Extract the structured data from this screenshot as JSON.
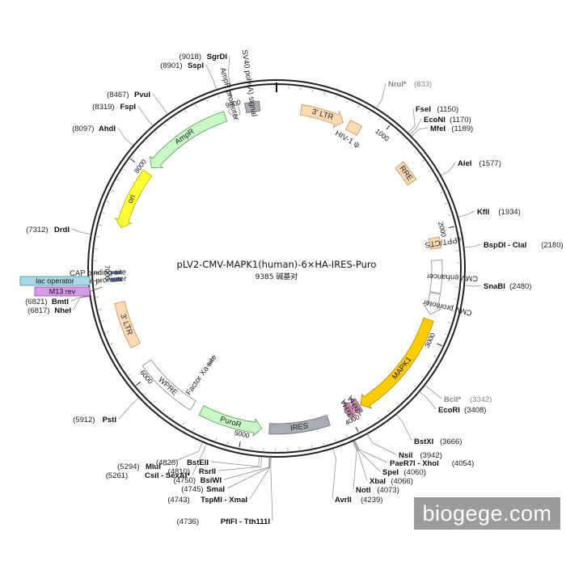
{
  "plasmid": {
    "name": "pLV2-CMV-MAPK1(human)-6×HA-IRES-Puro",
    "size_label": "9385 碱基对",
    "length_bp": 9385
  },
  "ticks": [
    {
      "bp": 1000,
      "label": "1000"
    },
    {
      "bp": 2000,
      "label": "2000"
    },
    {
      "bp": 3000,
      "label": "3000"
    },
    {
      "bp": 4000,
      "label": "4000"
    },
    {
      "bp": 5000,
      "label": "5000"
    },
    {
      "bp": 6000,
      "label": "6000"
    },
    {
      "bp": 7000,
      "label": "7000"
    },
    {
      "bp": 8000,
      "label": "8000"
    },
    {
      "bp": 9000,
      "label": "9000"
    }
  ],
  "features": [
    {
      "name": "3' LTR (top)",
      "label": "3' LTR",
      "start": 230,
      "end": 640,
      "color": "#fad9b5",
      "stroke": "#c9905a",
      "track": 0,
      "arrow": "cw",
      "text": "arc"
    },
    {
      "name": "HIV-1 psi",
      "label": "HIV-1 ψ",
      "start": 690,
      "end": 810,
      "color": "#fad9b5",
      "stroke": "#c9905a",
      "track": 0,
      "arrow": "none",
      "text": "below"
    },
    {
      "name": "RRE",
      "label": "RRE",
      "start": 1300,
      "end": 1500,
      "color": "#fad9b5",
      "stroke": "#c9905a",
      "track": 0,
      "arrow": "none",
      "text": "arc"
    },
    {
      "name": "cPPT/CTS",
      "label": "cPPT/CTS",
      "start": 2060,
      "end": 2160,
      "color": "#fad9b5",
      "stroke": "#c9905a",
      "track": 0,
      "arrow": "none",
      "text": "in"
    },
    {
      "name": "CMV enhancer",
      "label": "CMV enhancer",
      "start": 2270,
      "end": 2570,
      "color": "#ffffff",
      "stroke": "#888888",
      "track": 0,
      "arrow": "none",
      "text": "in"
    },
    {
      "name": "CMV promoter",
      "label": "CMV promoter",
      "start": 2580,
      "end": 2780,
      "color": "#ffffff",
      "stroke": "#888888",
      "track": 0,
      "arrow": "cw",
      "text": "in"
    },
    {
      "name": "MAPK1",
      "label": "MAPK1",
      "start": 2830,
      "end": 3870,
      "color": "#ffcc00",
      "stroke": "#b08800",
      "track": 0,
      "arrow": "cw",
      "text": "arc"
    },
    {
      "name": "3xHA a",
      "label": "3xHA",
      "start": 3880,
      "end": 3950,
      "color": "#c98fae",
      "stroke": "#8d5473",
      "track": 0,
      "arrow": "cw",
      "text": "in"
    },
    {
      "name": "3xHA b",
      "label": "3xHA",
      "start": 3955,
      "end": 4030,
      "color": "#c98fae",
      "stroke": "#8d5473",
      "track": 0,
      "arrow": "cw",
      "text": "in"
    },
    {
      "name": "IRES",
      "label": "IRES",
      "start": 4200,
      "end": 4760,
      "color": "#a7adb3",
      "stroke": "#6a7077",
      "track": 0,
      "arrow": "none",
      "text": "arc"
    },
    {
      "name": "PuroR",
      "label": "PuroR",
      "start": 4830,
      "end": 5420,
      "color": "#c9f7c6",
      "stroke": "#5a9a55",
      "track": 0,
      "arrow": "ccw",
      "text": "arc"
    },
    {
      "name": "WPRE",
      "label": "WPRE",
      "start": 5510,
      "end": 6100,
      "color": "#ffffff",
      "stroke": "#888888",
      "track": 0,
      "arrow": "none",
      "text": "arc"
    },
    {
      "name": "Factor Xa site",
      "label": "Factor Xa site",
      "start": 5600,
      "end": 5615,
      "color": "#999999",
      "stroke": "#999999",
      "track": 2,
      "arrow": "none",
      "text": "in"
    },
    {
      "name": "3' LTR (left)",
      "label": "3' LTR",
      "start": 6290,
      "end": 6720,
      "color": "#fad9b5",
      "stroke": "#c9905a",
      "track": 0,
      "arrow": "none",
      "text": "arc"
    },
    {
      "name": "lac promoter",
      "label": "lac promoter",
      "start": 6920,
      "end": 6950,
      "color": "#5a7aa0",
      "stroke": "#3a5a80",
      "track": 0,
      "arrow": "none",
      "text": "in"
    },
    {
      "name": "CAP binding site",
      "label": "CAP binding site",
      "start": 6990,
      "end": 7010,
      "color": "#5a7aa0",
      "stroke": "#3a5a80",
      "track": 0,
      "arrow": "none",
      "text": "in"
    },
    {
      "name": "ori",
      "label": "ori",
      "start": 7420,
      "end": 7990,
      "color": "#ffff33",
      "stroke": "#b0b000",
      "track": 0,
      "arrow": "ccw",
      "text": "arc"
    },
    {
      "name": "AmpR",
      "label": "AmpR",
      "start": 8050,
      "end": 8900,
      "color": "#c9f7c6",
      "stroke": "#5a9a55",
      "track": 0,
      "arrow": "ccw",
      "text": "arc"
    },
    {
      "name": "AmpR promoter",
      "label": "AmpR promoter",
      "start": 8940,
      "end": 9040,
      "color": "#ffffff",
      "stroke": "#888888",
      "track": 0,
      "arrow": "ccw",
      "text": "in"
    },
    {
      "name": "SV40 poly(A) signal",
      "label": "SV40 poly(A) signal",
      "start": 9100,
      "end": 9230,
      "color": "#a7adb3",
      "stroke": "#6a7077",
      "track": 0,
      "arrow": "none",
      "text": "in"
    }
  ],
  "feature_text": {
    "ltr_top": "3' LTR",
    "hiv_psi": "HIV-1 ψ",
    "rre": "RRE",
    "cppt": "cPPT/CTS",
    "cmv_enh": "CMV enhancer",
    "cmv_pro": "CMV promoter",
    "mapk1": "MAPK1",
    "ha_a": "3xHA",
    "ha_b": "3xHA",
    "ires": "IRES",
    "puror": "PuroR",
    "wpre": "WPRE",
    "factorxa": "Factor Xa site",
    "ltr_left": "3' LTR",
    "lacpro": "lac promoter",
    "capbs": "CAP binding site",
    "ori": "ori",
    "ampr": "AmpR",
    "amppro": "AmpR promoter",
    "sv40": "SV40 poly(A) signal"
  },
  "sites": [
    {
      "name": "NruI*",
      "pos": "(833)",
      "bp": 833,
      "gray": true
    },
    {
      "name": "FseI",
      "pos": "(1150)",
      "bp": 1150
    },
    {
      "name": "EcoNI",
      "pos": "(1170)",
      "bp": 1170
    },
    {
      "name": "MfeI",
      "pos": "(1189)",
      "bp": 1189
    },
    {
      "name": "AleI",
      "pos": "(1577)",
      "bp": 1577
    },
    {
      "name": "KflI",
      "pos": "(1934)",
      "bp": 1934
    },
    {
      "name": "BspDI - ClaI",
      "pos": "(2180)",
      "bp": 2180
    },
    {
      "name": "SnaBI",
      "pos": "(2480)",
      "bp": 2480
    },
    {
      "name": "BclI*",
      "pos": "(3342)",
      "bp": 3342,
      "gray": true
    },
    {
      "name": "EcoRI",
      "pos": "(3408)",
      "bp": 3408
    },
    {
      "name": "BstXI",
      "pos": "(3666)",
      "bp": 3666
    },
    {
      "name": "NsiI",
      "pos": "(3942)",
      "bp": 3942
    },
    {
      "name": "PaeR7I - XhoI",
      "pos": "(4054)",
      "bp": 4054
    },
    {
      "name": "SpeI",
      "pos": "(4060)",
      "bp": 4060
    },
    {
      "name": "XbaI",
      "pos": "(4066)",
      "bp": 4066
    },
    {
      "name": "NotI",
      "pos": "(4073)",
      "bp": 4073
    },
    {
      "name": "AvrII",
      "pos": "(4239)",
      "bp": 4239
    },
    {
      "name": "PflFI - Tth111I",
      "pos": "(4736)",
      "bp": 4736
    },
    {
      "name": "TspMI - XmaI",
      "pos": "(4743)",
      "bp": 4743
    },
    {
      "name": "SmaI",
      "pos": "(4745)",
      "bp": 4745
    },
    {
      "name": "BsiWI",
      "pos": "(4750)",
      "bp": 4750
    },
    {
      "name": "RsrII",
      "pos": "(4810)",
      "bp": 4810
    },
    {
      "name": "BstEII",
      "pos": "(4828)",
      "bp": 4828
    },
    {
      "name": "CsiI - SexAI*",
      "pos": "(5261)",
      "bp": 5261
    },
    {
      "name": "MluI",
      "pos": "(5294)",
      "bp": 5294
    },
    {
      "name": "PstI",
      "pos": "(5912)",
      "bp": 5912
    },
    {
      "name": "NheI",
      "pos": "(6817)",
      "bp": 6817
    },
    {
      "name": "BmtI",
      "pos": "(6821)",
      "bp": 6821
    },
    {
      "name": "DrdI",
      "pos": "(7312)",
      "bp": 7312
    },
    {
      "name": "AhdI",
      "pos": "(8097)",
      "bp": 8097
    },
    {
      "name": "FspI",
      "pos": "(8319)",
      "bp": 8319
    },
    {
      "name": "PvuI",
      "pos": "(8467)",
      "bp": 8467
    },
    {
      "name": "SspI",
      "pos": "(8901)",
      "bp": 8901
    },
    {
      "name": "SgrDI",
      "pos": "(9018)",
      "bp": 9018
    }
  ],
  "boxes": {
    "lac_operator": "lac operator",
    "m13_rev": "M13 rev"
  },
  "colors": {
    "lac_operator_fill": "#a8d8e6",
    "m13_rev_fill": "#d79be8"
  },
  "watermark": "biogege.com"
}
